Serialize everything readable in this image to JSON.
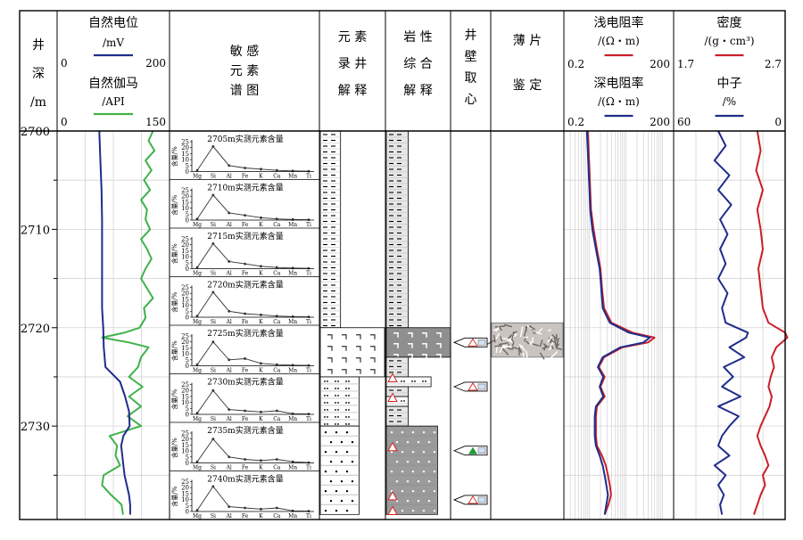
{
  "chart_data": {
    "type": "well-log",
    "depth": {
      "label": "井深/m",
      "range": [
        2700,
        2739
      ],
      "ticks": [
        2700,
        2710,
        2720,
        2730
      ]
    },
    "tracks": [
      {
        "id": "sp_gr",
        "curves": [
          {
            "name": "自然电位",
            "unit": "/mV",
            "range": [
              0,
              200
            ],
            "color": "#1f2d8a"
          },
          {
            "name": "自然伽马",
            "unit": "/API",
            "range": [
              0,
              150
            ],
            "color": "#3fb24a"
          }
        ]
      },
      {
        "id": "spectra",
        "header": [
          "敏 感",
          "元 素",
          "谱 图"
        ],
        "elements": [
          "Mg",
          "Si",
          "Al",
          "Fe",
          "K",
          "Ca",
          "Mn",
          "Ti"
        ],
        "ylabel": "含量/%",
        "yticks": [
          0,
          5,
          10,
          15,
          20,
          25
        ],
        "panels": [
          {
            "title": "2705m实测元素含量",
            "values": [
              1,
              21,
              5,
              3,
              2,
              1,
              0.5,
              0.3
            ]
          },
          {
            "title": "2710m实测元素含量",
            "values": [
              1,
              21,
              6,
              4,
              2,
              1,
              0.5,
              0.3
            ]
          },
          {
            "title": "2715m实测元素含量",
            "values": [
              1,
              21,
              6,
              4,
              2,
              1,
              0.5,
              0.3
            ]
          },
          {
            "title": "2720m实测元素含量",
            "values": [
              1,
              21,
              5,
              3,
              2,
              1,
              0.5,
              0.3
            ]
          },
          {
            "title": "2725m实测元素含量",
            "values": [
              1,
              20,
              5,
              6,
              2,
              1,
              0.5,
              0.3
            ]
          },
          {
            "title": "2730m实测元素含量",
            "values": [
              1,
              20,
              4,
              3,
              2,
              3,
              0.5,
              0.3
            ]
          },
          {
            "title": "2735m实测元素含量",
            "values": [
              1,
              20,
              5,
              3,
              2,
              3,
              1,
              0.3
            ]
          },
          {
            "title": "2740m实测元素含量",
            "values": [
              1,
              21,
              4,
              3,
              2,
              3,
              0.5,
              0.3
            ]
          }
        ]
      },
      {
        "id": "element_logging",
        "header": [
          "元 素",
          "录 井",
          "解 释"
        ],
        "intervals": [
          {
            "top": 2700,
            "base": 2720,
            "lith": "dashed-mudstone"
          },
          {
            "top": 2720,
            "base": 2725,
            "lith": "blank-with-marks"
          },
          {
            "top": 2725,
            "base": 2730,
            "lith": "silty"
          },
          {
            "top": 2730,
            "base": 2739,
            "lith": "sandstone"
          }
        ]
      },
      {
        "id": "lithology",
        "header": [
          "岩 性",
          "综 合",
          "解 释"
        ],
        "intervals": [
          {
            "top": 2700,
            "base": 2720,
            "lith": "mudstone",
            "width": 0.35
          },
          {
            "top": 2720,
            "base": 2723,
            "lith": "limestone",
            "width": 1.0
          },
          {
            "top": 2723,
            "base": 2725,
            "lith": "mudstone",
            "width": 0.35
          },
          {
            "top": 2725,
            "base": 2726,
            "lith": "silty",
            "width": 0.7
          },
          {
            "top": 2726,
            "base": 2727,
            "lith": "mudstone",
            "width": 0.35
          },
          {
            "top": 2727,
            "base": 2728,
            "lith": "silty",
            "width": 0.35
          },
          {
            "top": 2728,
            "base": 2730,
            "lith": "mudstone",
            "width": 0.35
          },
          {
            "top": 2730,
            "base": 2739,
            "lith": "sandstone",
            "width": 0.8
          }
        ]
      },
      {
        "id": "core",
        "header": [
          "井",
          "壁",
          "取",
          "心"
        ],
        "samples": [
          2721.5,
          2726,
          2732.5,
          2737.5
        ]
      },
      {
        "id": "thin_section",
        "header": [
          "薄 片",
          "鉴 定"
        ],
        "images": [
          {
            "top": 2719.5,
            "base": 2723
          }
        ]
      },
      {
        "id": "resistivity",
        "log_scale": true,
        "curves": [
          {
            "name": "浅电阻率",
            "unit": "/(Ω・m)",
            "range": [
              0.2,
              200
            ],
            "color": "#c8202a"
          },
          {
            "name": "深电阻率",
            "unit": "/(Ω・m)",
            "range": [
              0.2,
              200
            ],
            "color": "#1f2d8a"
          }
        ]
      },
      {
        "id": "density_neutron",
        "curves": [
          {
            "name": "密度",
            "unit": "/(g・cm³)",
            "range": [
              1.7,
              2.7
            ],
            "color": "#c8202a"
          },
          {
            "name": "中子",
            "unit": "/%",
            "range": [
              60,
              0
            ],
            "color": "#1f2d8a"
          }
        ]
      }
    ],
    "curves_data": {
      "sp": {
        "depths": [
          2700,
          2703,
          2706,
          2709,
          2712,
          2715,
          2718,
          2720,
          2722,
          2724,
          2725.5,
          2727,
          2728.5,
          2730,
          2731,
          2732,
          2733,
          2734,
          2735,
          2736,
          2737,
          2738,
          2739
        ],
        "values": [
          75,
          77,
          79,
          80,
          80,
          80,
          80,
          82,
          83,
          86,
          112,
          121,
          128,
          129,
          118,
          114,
          116,
          118,
          120,
          124,
          128,
          130,
          130
        ]
      },
      "gr": {
        "depths": [
          2700,
          2701,
          2702,
          2703,
          2704,
          2705,
          2706,
          2707,
          2708,
          2709,
          2710,
          2711,
          2712,
          2713,
          2714,
          2715,
          2716,
          2717,
          2718,
          2719,
          2720,
          2720.5,
          2721,
          2721.5,
          2722,
          2723,
          2724,
          2725,
          2726,
          2727,
          2728,
          2729,
          2730,
          2731,
          2732,
          2733,
          2734,
          2735,
          2736,
          2737,
          2738,
          2739
        ],
        "values": [
          128,
          122,
          130,
          118,
          126,
          116,
          124,
          112,
          120,
          118,
          124,
          112,
          120,
          126,
          118,
          112,
          120,
          128,
          116,
          118,
          110,
          90,
          60,
          96,
          122,
          112,
          108,
          96,
          114,
          96,
          112,
          94,
          112,
          70,
          80,
          78,
          84,
          62,
          60,
          72,
          86,
          88
        ]
      },
      "shallow_res": {
        "depths": [
          2700,
          2702,
          2704,
          2706,
          2708,
          2710,
          2712,
          2714,
          2716,
          2718,
          2719.5,
          2720.5,
          2721,
          2721.5,
          2722,
          2723,
          2724,
          2725,
          2726,
          2727,
          2728,
          2729,
          2730,
          2731,
          2732,
          2733,
          2734,
          2735,
          2736,
          2737,
          2738,
          2739
        ],
        "values": [
          0.9,
          0.95,
          1.0,
          1.05,
          1.1,
          1.3,
          1.6,
          2.0,
          2.2,
          2.5,
          4,
          15,
          60,
          40,
          8,
          2.5,
          1.8,
          2.6,
          2.0,
          2.6,
          1.6,
          1.5,
          1.5,
          1.5,
          1.6,
          2.2,
          2.8,
          3.2,
          3.6,
          3.9,
          3.3,
          2.6
        ]
      },
      "deep_res": {
        "depths": [
          2700,
          2702,
          2704,
          2706,
          2708,
          2710,
          2712,
          2714,
          2716,
          2718,
          2719.5,
          2720.5,
          2721,
          2721.5,
          2722,
          2723,
          2724,
          2725,
          2726,
          2727,
          2728,
          2729,
          2730,
          2731,
          2732,
          2733,
          2734,
          2735,
          2736,
          2737,
          2738,
          2739
        ],
        "values": [
          0.85,
          0.9,
          0.95,
          1.0,
          1.05,
          1.2,
          1.5,
          1.9,
          2.1,
          2.3,
          3.6,
          12,
          45,
          30,
          7,
          2.3,
          1.7,
          2.4,
          1.9,
          2.4,
          1.5,
          1.4,
          1.4,
          1.4,
          1.5,
          1.9,
          2.3,
          2.6,
          2.9,
          3.2,
          2.9,
          2.6
        ]
      },
      "density": {
        "depths": [
          2700,
          2702,
          2704,
          2706,
          2708,
          2710,
          2712,
          2714,
          2716,
          2718,
          2719.5,
          2720.5,
          2721,
          2722,
          2723,
          2724,
          2725,
          2726,
          2727,
          2728,
          2729,
          2730,
          2731,
          2732,
          2733,
          2734,
          2735,
          2736,
          2737,
          2738,
          2739
        ],
        "values": [
          2.45,
          2.48,
          2.44,
          2.5,
          2.45,
          2.48,
          2.5,
          2.46,
          2.48,
          2.5,
          2.55,
          2.7,
          2.72,
          2.62,
          2.58,
          2.6,
          2.57,
          2.55,
          2.58,
          2.56,
          2.52,
          2.48,
          2.45,
          2.48,
          2.52,
          2.55,
          2.5,
          2.52,
          2.48,
          2.45,
          2.42
        ]
      },
      "neutron": {
        "depths": [
          2700,
          2701.5,
          2703,
          2704.5,
          2706,
          2707.5,
          2709,
          2710.5,
          2712,
          2713.5,
          2715,
          2716.5,
          2718,
          2719.5,
          2720.5,
          2721,
          2722,
          2723,
          2724,
          2725,
          2726,
          2727,
          2728,
          2729,
          2730,
          2731,
          2732,
          2733,
          2734,
          2735,
          2736,
          2737,
          2738,
          2739
        ],
        "values": [
          36,
          32,
          38,
          30,
          36,
          29,
          35,
          31,
          35,
          32,
          36,
          31,
          34,
          32,
          20,
          21,
          30,
          22,
          33,
          28,
          34,
          24,
          36,
          25,
          30,
          34,
          36,
          30,
          38,
          32,
          36,
          33,
          35,
          34
        ]
      }
    }
  }
}
